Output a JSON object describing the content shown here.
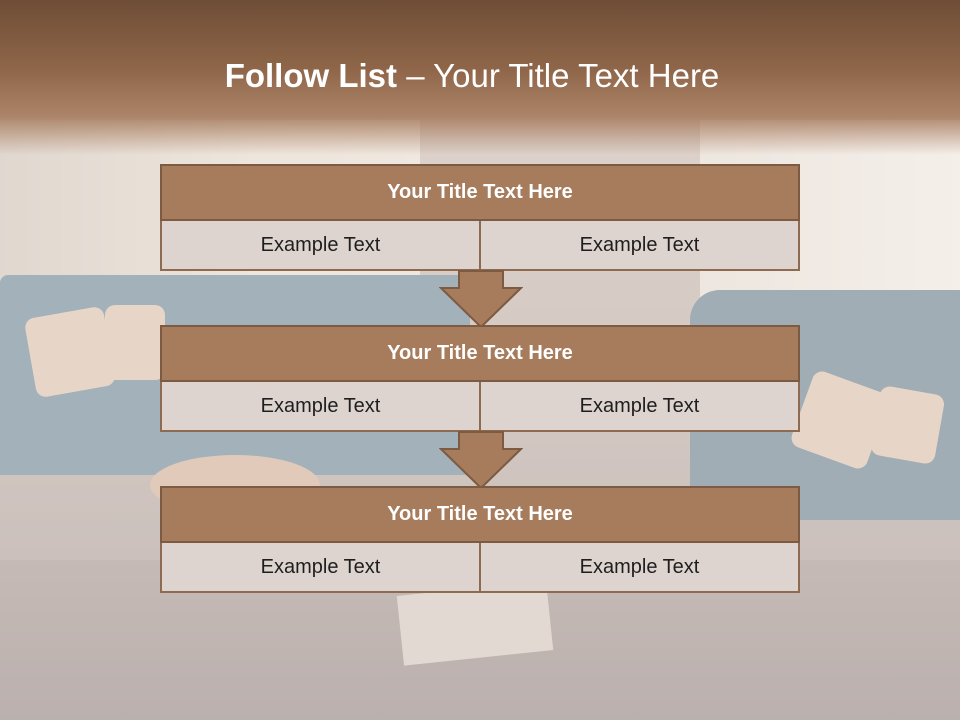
{
  "slide": {
    "title_bold": "Follow List",
    "title_rest": " – Your Title Text Here"
  },
  "blocks": [
    {
      "title": "Your Title Text Here",
      "left": "Example Text",
      "right": "Example Text"
    },
    {
      "title": "Your Title Text Here",
      "left": "Example Text",
      "right": "Example Text"
    },
    {
      "title": "Your Title Text Here",
      "left": "Example Text",
      "right": "Example Text"
    }
  ],
  "colors": {
    "band": "#8f6649",
    "block_header": "#a67c5c",
    "block_border": "#7d5a42",
    "cell_fill": "#ddd4cf",
    "arrow": "#a67c5c"
  }
}
